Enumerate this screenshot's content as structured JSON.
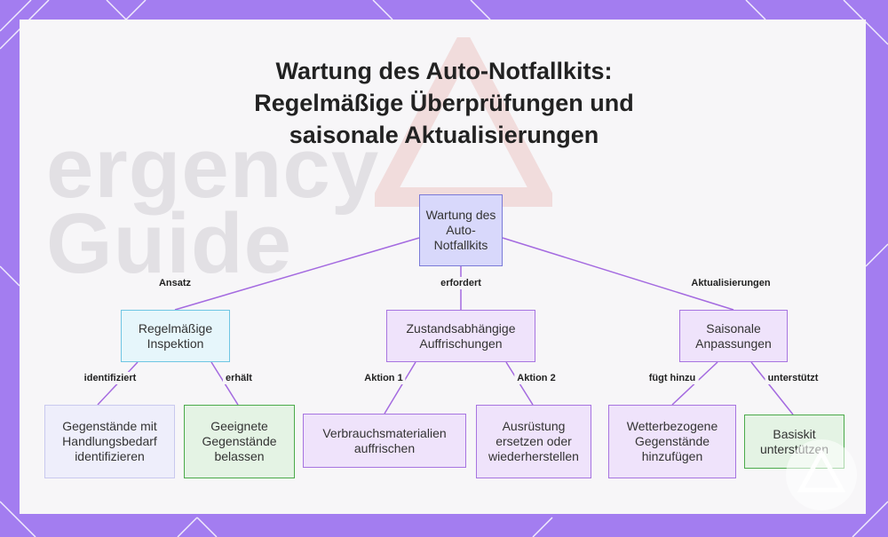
{
  "title": {
    "line1": "Wartung des Auto-Notfallkits:",
    "line2": "Regelmäßige Überprüfungen und",
    "line3": "saisonale Aktualisierungen"
  },
  "background": {
    "word1": "ergency",
    "word2": "Guide"
  },
  "nodes": {
    "root": "Wartung des Auto-Notfallkits",
    "regular": "Regelmäßige Inspektion",
    "condition": "Zustandsabhängige Auffrischungen",
    "seasonal": "Saisonale Anpassungen",
    "identify": "Gegenstände mit Handlungsbedarf identifizieren",
    "keep": "Geeignete Gegenstände belassen",
    "refresh": "Verbrauchsmaterialien auffrischen",
    "replace": "Ausrüstung ersetzen oder wiederherstellen",
    "weather": "Wetterbezogene Gegenstände hinzufügen",
    "basic": "Basiskit unterstützen"
  },
  "edges": {
    "approach": "Ansatz",
    "requires": "erfordert",
    "updates": "Aktualisierungen",
    "identified": "identifiziert",
    "keeps": "erhält",
    "action1": "Aktion 1",
    "action2": "Aktion 2",
    "adds": "fügt hinzu",
    "supports": "unterstützt"
  },
  "colors": {
    "frame": "#a37df0",
    "edge": "#a46ae0",
    "root_fill": "#d8d8fb",
    "blue_fill": "#e6f6fb",
    "purple_fill": "#efe3fb",
    "green_fill": "#e4f3e4"
  }
}
